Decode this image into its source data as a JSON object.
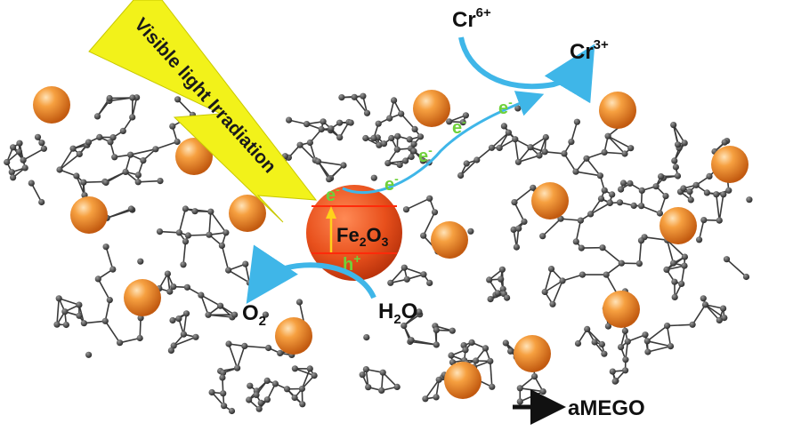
{
  "light": {
    "label": "Visible light Irradiation",
    "color": "#f2f21a"
  },
  "catalyst": {
    "main": "Fe",
    "sub": "2",
    "tail": "O",
    "tail2": "3",
    "electron": "e",
    "electron_sup": "-",
    "hole": "h",
    "hole_sup": "+",
    "color": "#e8501c"
  },
  "species": {
    "cr6": {
      "main": "Cr",
      "sup": "6+"
    },
    "cr3": {
      "main": "Cr",
      "sup": "3+"
    },
    "o2": {
      "main": "O",
      "sub": "2"
    },
    "h2o": {
      "main": "H",
      "sub": "2",
      "tail": "O"
    }
  },
  "electron_path": {
    "symbol": "e",
    "sup": "-",
    "color": "#6fd13a"
  },
  "legend": {
    "label": "aMEGO"
  },
  "colors": {
    "nanoparticle": "#f08a24",
    "arrow": "#3fb6e8",
    "network_node": "#4a4a4a"
  }
}
